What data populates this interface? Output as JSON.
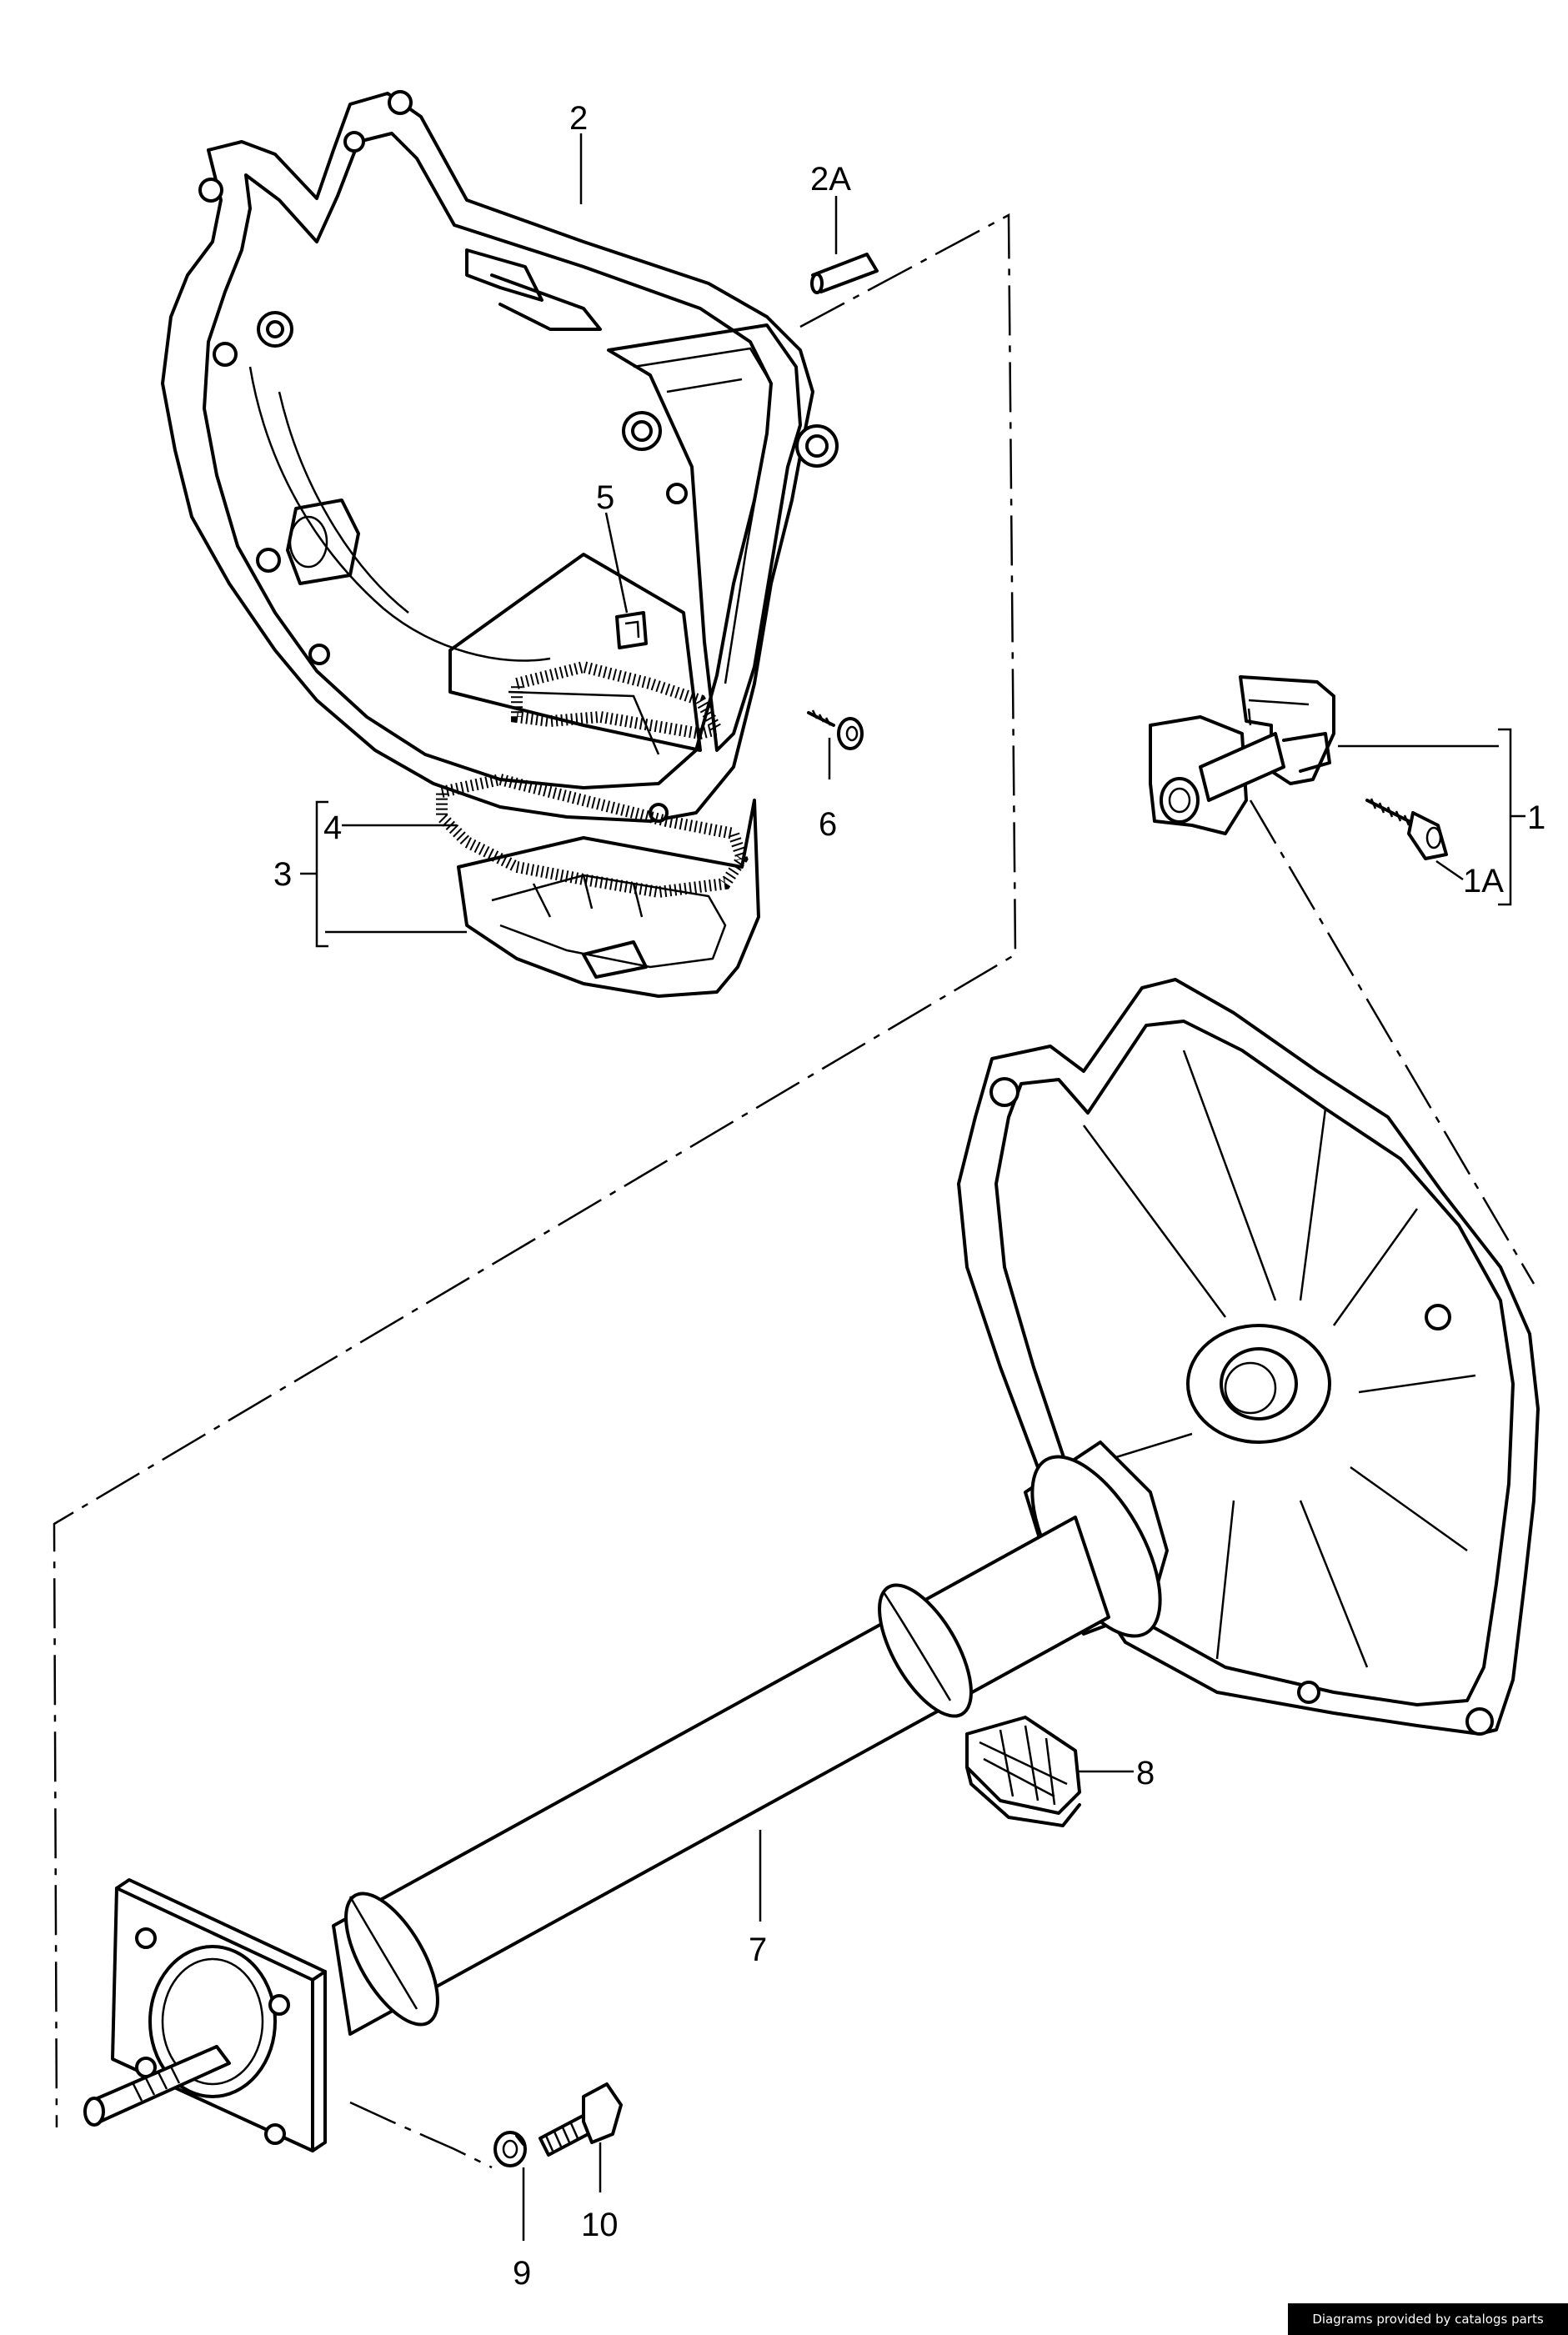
{
  "callouts": {
    "c1": "1",
    "c1a": "1A",
    "c2": "2",
    "c2a": "2A",
    "c3": "3",
    "c4": "4",
    "c5": "5",
    "c6": "6",
    "c7": "7",
    "c8": "8",
    "c9": "9",
    "c10": "10"
  },
  "credit_text": "Diagrams provided by catalogs parts"
}
